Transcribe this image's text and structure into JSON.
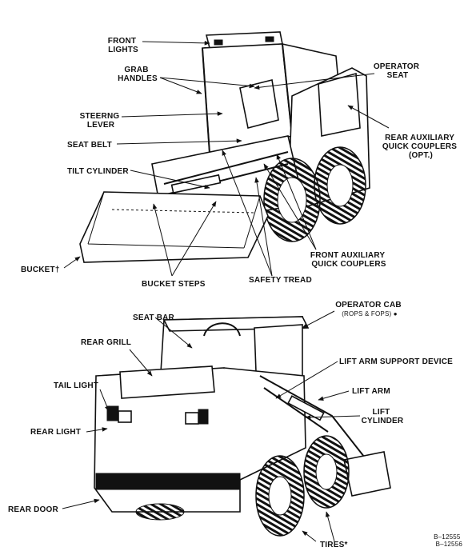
{
  "labels": {
    "front_lights": [
      "FRONT",
      "LIGHTS"
    ],
    "grab_handles": [
      "GRAB",
      "HANDLES"
    ],
    "steering_lever": [
      "STEERNG",
      "LEVER"
    ],
    "seat_belt": "SEAT BELT",
    "tilt_cylinder": "TILT CYLINDER",
    "bucket": "BUCKET†",
    "bucket_steps": "BUCKET STEPS",
    "safety_tread": "SAFETY TREAD",
    "front_aux_couplers": [
      "FRONT AUXILIARY",
      "QUICK COUPLERS"
    ],
    "operator_seat": [
      "OPERATOR",
      "SEAT"
    ],
    "rear_aux_couplers": [
      "REAR AUXILIARY",
      "QUICK COUPLERS",
      "(OPT.)"
    ],
    "seat_bar": "SEAT BAR",
    "rear_grill": "REAR GRILL",
    "tail_light": "TAIL LIGHT",
    "rear_light": "REAR LIGHT",
    "rear_door": "REAR DOOR",
    "operator_cab": [
      "OPERATOR CAB",
      "(ROPS & FOPS) ●"
    ],
    "lift_arm_support": "LIFT ARM SUPPORT DEVICE",
    "lift_arm": "LIFT ARM",
    "lift_cylinder": [
      "LIFT",
      "CYLINDER"
    ],
    "tires": "TIRES*",
    "figure_ids": [
      "B–12555",
      "B–12556"
    ]
  }
}
